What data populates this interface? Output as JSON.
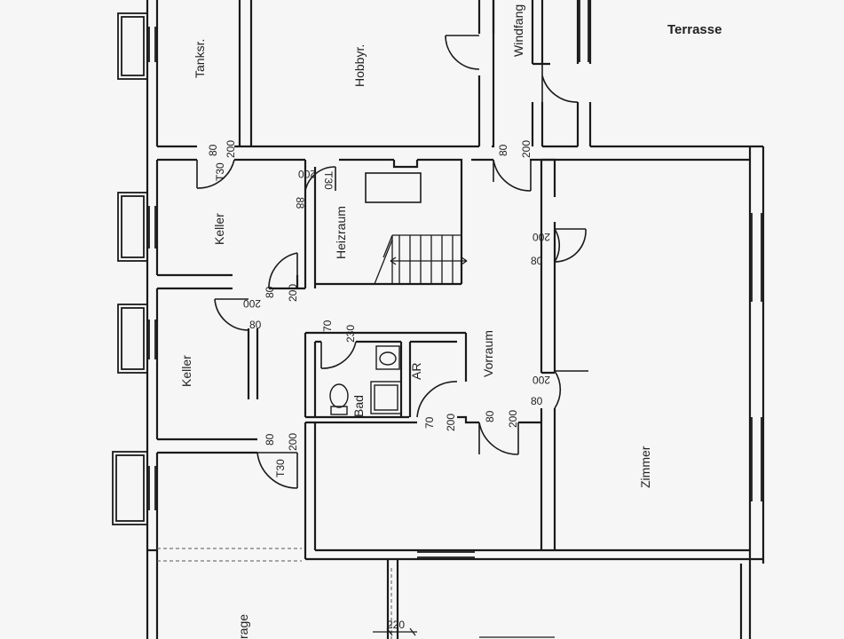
{
  "rooms": {
    "terrasse": "Terrasse",
    "tanksr": "Tanksr.",
    "hobbyr": "Hobbyr.",
    "windfang": "Windfang",
    "keller_top": "Keller",
    "heizraum": "Heizraum",
    "keller_bottom": "Keller",
    "bad": "Bad",
    "ar": "AR",
    "vorraum": "Vorraum",
    "zimmer": "Zimmer",
    "garage": "rage"
  },
  "dims": {
    "tanksr_w": "80",
    "tanksr_h": "200",
    "tanksr_t": "T30",
    "heiz_w": "88",
    "heiz_h": "200",
    "heiz_t": "T30",
    "wf_w": "80",
    "wf_h": "200",
    "zim1_h": "200",
    "zim1_w": "80",
    "keller_w": "80",
    "keller_h": "200",
    "keller2_h": "200",
    "keller2_w": "80",
    "bad_w": "70",
    "bad_h": "230",
    "zim2_h": "200",
    "zim2_w": "80",
    "ar_w": "70",
    "ar_h": "200",
    "vor_w": "80",
    "vor_h": "200",
    "gar_w": "80",
    "gar_h": "200",
    "gar_t": "T30",
    "garage_opening": "220"
  }
}
